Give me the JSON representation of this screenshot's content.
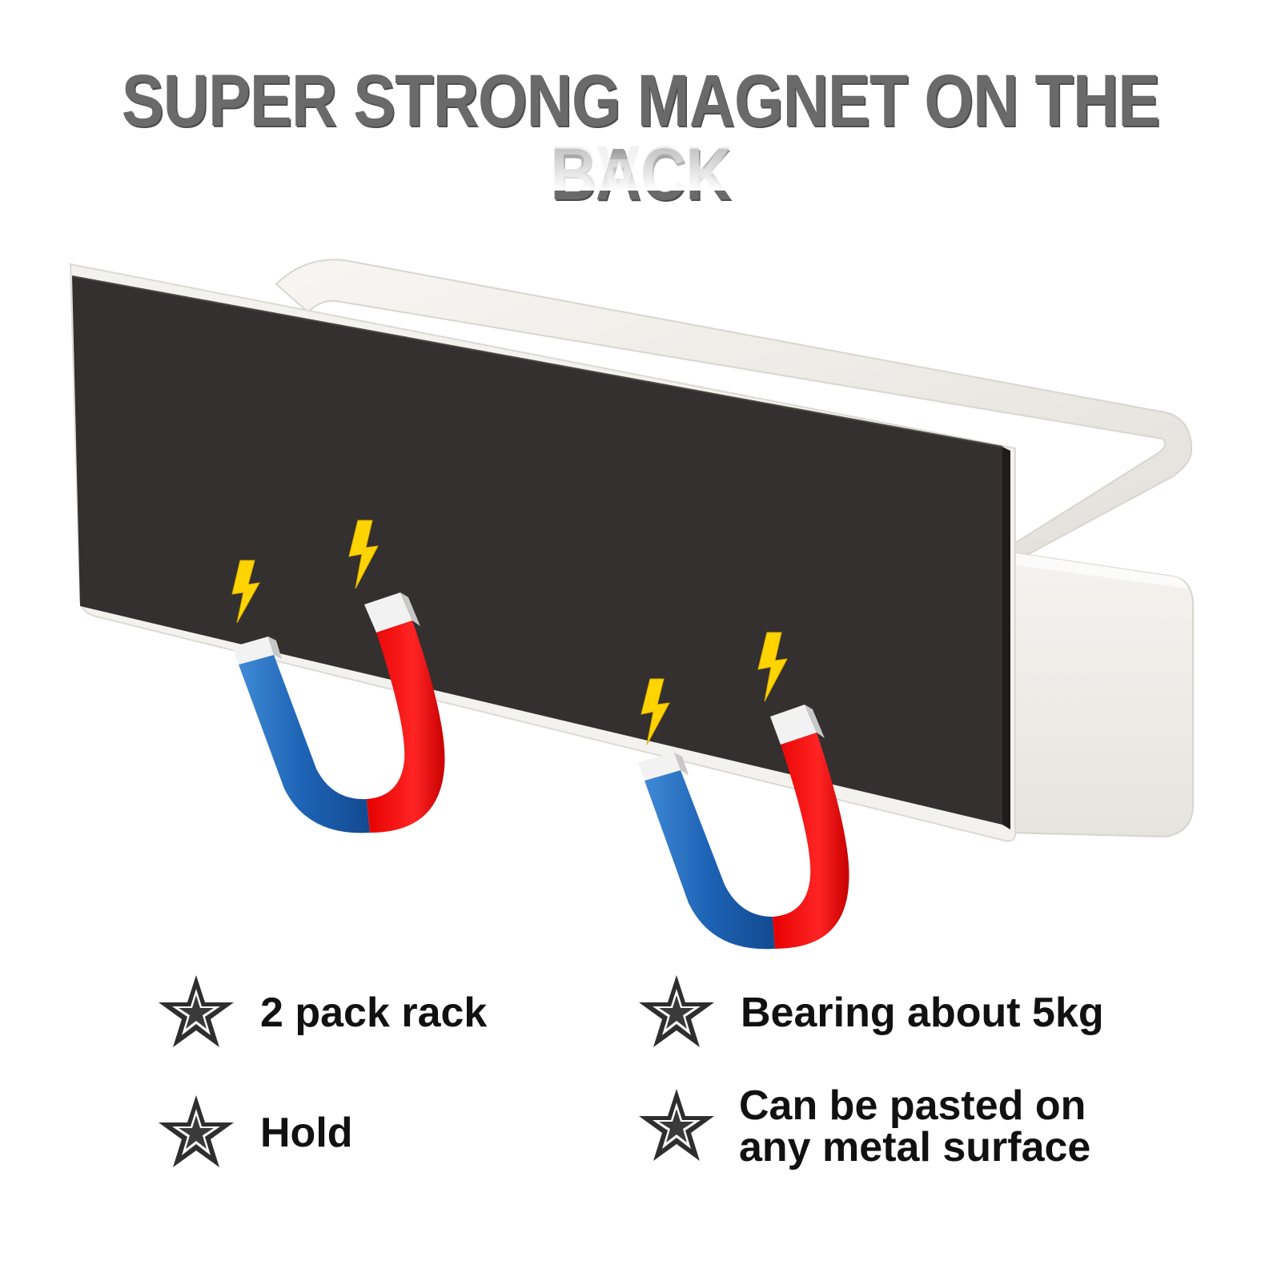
{
  "headline": "SUPER STRONG MAGNET ON THE BACK",
  "features": [
    {
      "icon": "star-icon",
      "text": "2 pack rack"
    },
    {
      "icon": "star-icon",
      "text": "Bearing about 5kg"
    },
    {
      "icon": "star-icon",
      "text": "Hold"
    },
    {
      "icon": "star-icon",
      "text": "Can be pasted on any metal surface"
    }
  ],
  "colors": {
    "headline": "#6a6a6a",
    "magnet_strip": "#33302f",
    "rack_frame": "#f1f0ec",
    "magnet_red": "#ff1a1a",
    "magnet_blue": "#1a5fb0",
    "lightning": "#ffd400",
    "star": "#2e2e2e"
  }
}
